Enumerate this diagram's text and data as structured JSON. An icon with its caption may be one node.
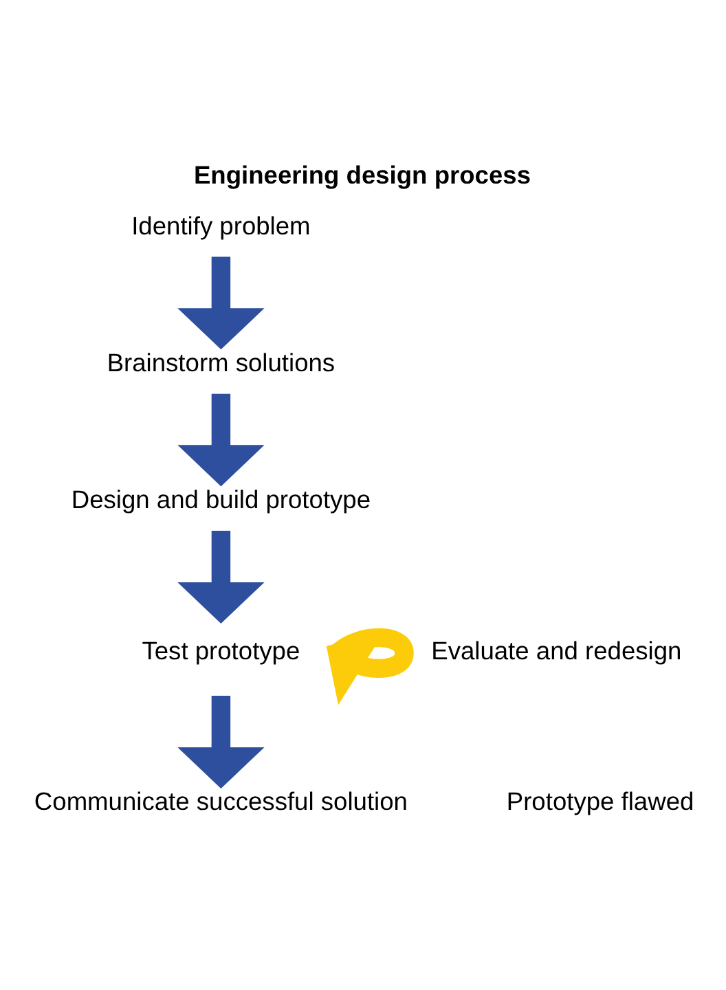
{
  "diagram": {
    "title": "Engineering design process",
    "nodes": [
      {
        "text": [
          "Identify problem"
        ]
      },
      {
        "text": [
          "Brainstorm solutions"
        ]
      },
      {
        "text": [
          "Design and build prototype"
        ]
      },
      {
        "text": [
          "Test prototype"
        ]
      },
      {
        "text": [
          "Communicate successful solution"
        ]
      }
    ],
    "edges": [
      {
        "from": 0,
        "to": 1,
        "arrow": "to"
      },
      {
        "from": 1,
        "to": 2,
        "arrow": "to"
      },
      {
        "from": 2,
        "to": 3,
        "arrow": "to"
      },
      {
        "from": 3,
        "to": 4,
        "arrow": "to"
      },
      {
        "from": 3,
        "to": 3,
        "arrow": "to",
        "label": "Evaluate and redesign",
        "color": "#fccc0a"
      }
    ],
    "labels": [
      "Prototype flawed"
    ]
  }
}
